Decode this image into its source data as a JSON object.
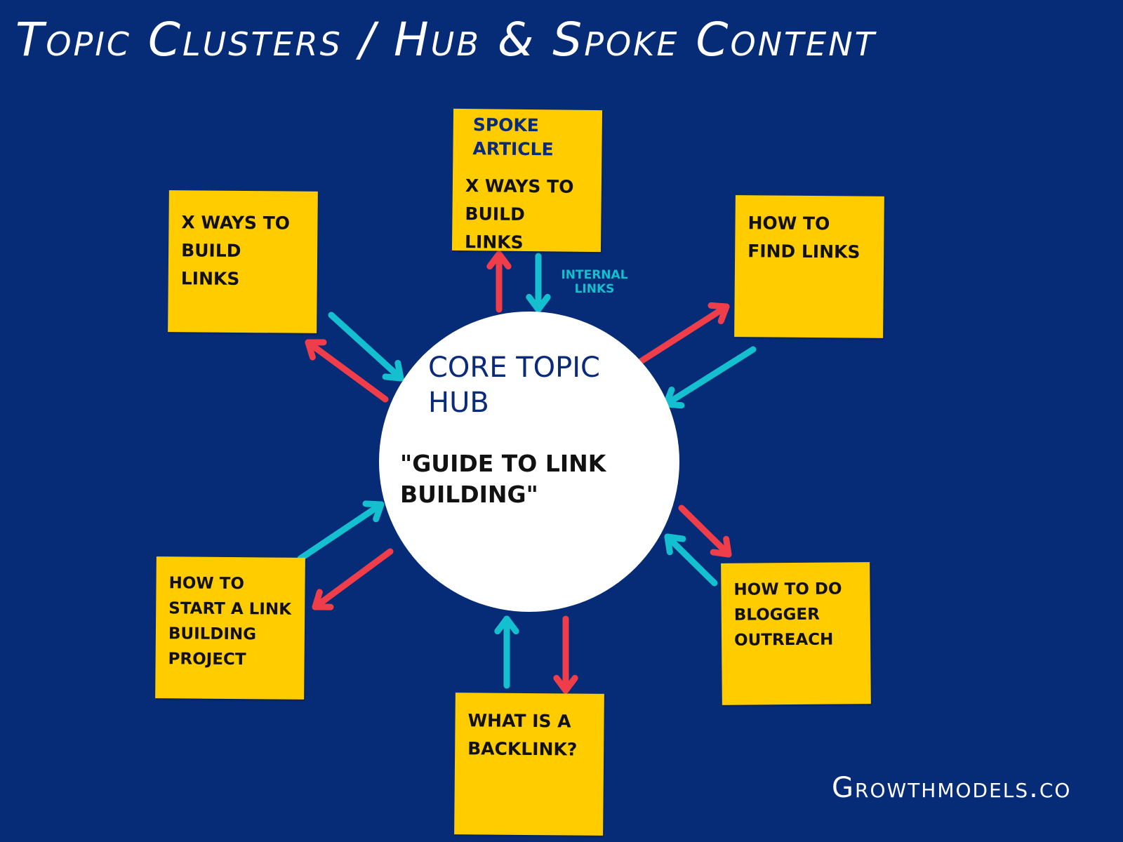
{
  "title": "Topic Clusters / Hub & Spoke Content",
  "hub": {
    "title": "Core Topic Hub",
    "subtitle": "\"Guide to Link Building\""
  },
  "spoke_label": "Spoke Article",
  "internal_links_label": "Internal Links",
  "spokes": [
    {
      "text": "X ways to Build Links"
    },
    {
      "text": "X ways to Build Links"
    },
    {
      "text": "How to Find Links"
    },
    {
      "text": "How to Do Blogger Outreach"
    },
    {
      "text": "What is a Backlink?"
    },
    {
      "text": "How to Start a Link Building Project"
    }
  ],
  "brand": "Growthmodels.co",
  "colors": {
    "background": "#062c77",
    "note": "#ffcc00",
    "outbound_arrow": "#ef3e4a",
    "internal_link_arrow": "#14bfcf",
    "hub": "#ffffff"
  }
}
